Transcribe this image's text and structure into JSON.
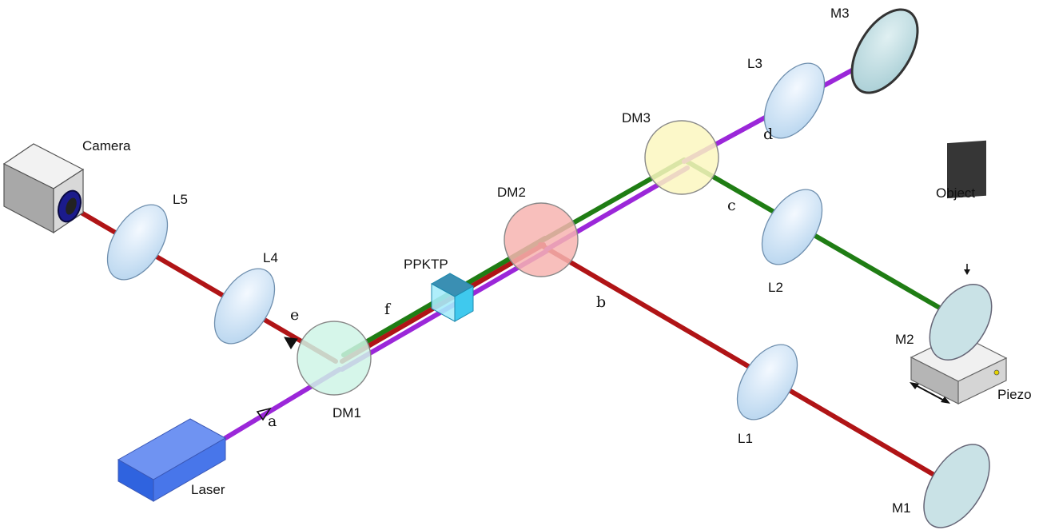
{
  "components": {
    "camera": "Camera",
    "laser": "Laser",
    "ppktp": "PPKTP",
    "object": "Object",
    "piezo": "Piezo",
    "dm1": "DM1",
    "dm2": "DM2",
    "dm3": "DM3",
    "l1": "L1",
    "l2": "L2",
    "l3": "L3",
    "l4": "L4",
    "l5": "L5",
    "m1": "M1",
    "m2": "M2",
    "m3": "M3"
  },
  "paths": {
    "a": "a",
    "b": "b",
    "c": "c",
    "d": "d",
    "e": "e",
    "f": "f"
  },
  "colors": {
    "pump_beam": "#9b27d9",
    "idler_beam": "#b01416",
    "signal_beam": "#1f7d14",
    "dm1_fill": "#cff5e6",
    "dm2_fill": "#f7b4b0",
    "dm3_fill": "#fbf7bf",
    "lens_fill": "#d9eaf8",
    "mirror_fill": "#c9e2e6",
    "laser_top": "#6f93f2",
    "laser_front": "#2f63df",
    "crystal": "#3fc9ee"
  }
}
